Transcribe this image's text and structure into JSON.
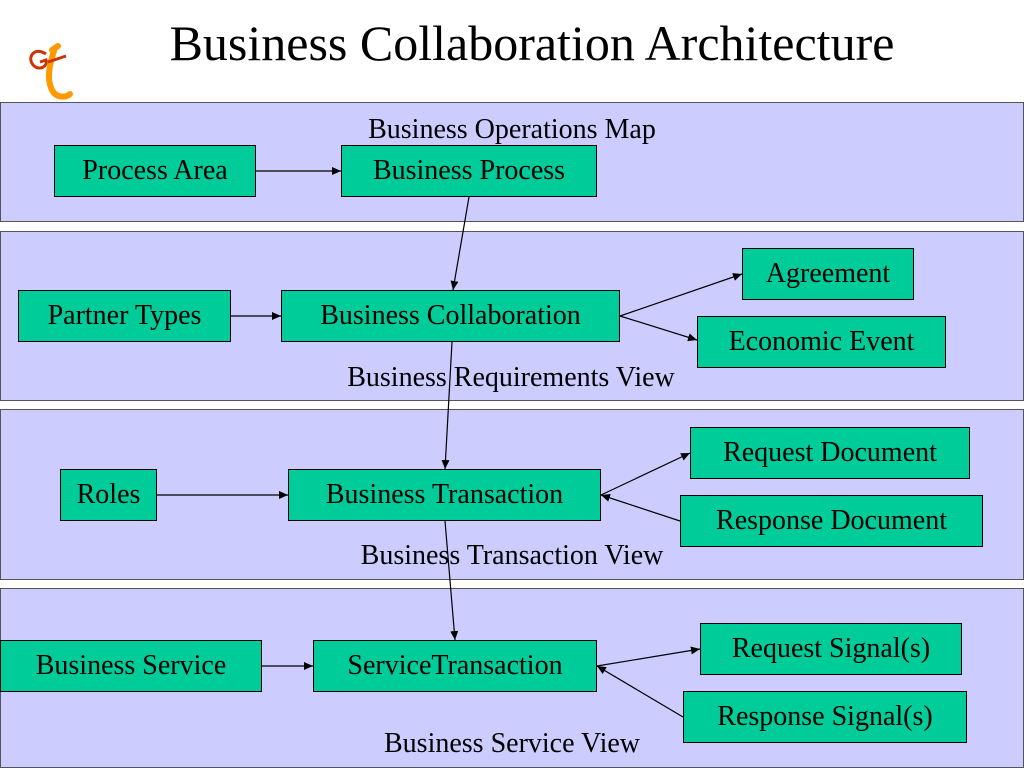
{
  "title": "Business Collaboration Architecture",
  "logo": {
    "icon": "gt-logo-icon",
    "colors": [
      "#cc3300",
      "#ff9900"
    ]
  },
  "colors": {
    "band": "#ccccff",
    "node": "#00cc99",
    "border": "#000000"
  },
  "views": {
    "operations": {
      "label": "Business Operations Map",
      "nodes": {
        "process_area": "Process Area",
        "business_process": "Business Process"
      }
    },
    "requirements": {
      "label": "Business Requirements View",
      "nodes": {
        "partner_types": "Partner Types",
        "business_collaboration": "Business Collaboration",
        "agreement": "Agreement",
        "economic_event": "Economic Event"
      }
    },
    "transaction": {
      "label": "Business Transaction View",
      "nodes": {
        "roles": "Roles",
        "business_transaction": "Business Transaction",
        "request_document": "Request Document",
        "response_document": "Response Document"
      }
    },
    "service": {
      "label": "Business Service View",
      "nodes": {
        "business_service": "Business Service",
        "service_transaction": "ServiceTransaction",
        "request_signals": "Request Signal(s)",
        "response_signals": "Response Signal(s)"
      }
    }
  }
}
